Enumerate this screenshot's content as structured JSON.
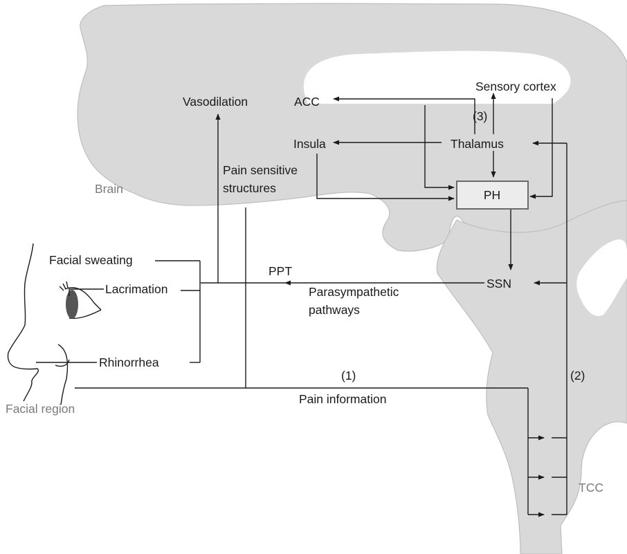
{
  "labels": {
    "brain": "Brain",
    "facial_region": "Facial region",
    "tcc": "TCC",
    "vasodilation": "Vasodilation",
    "acc": "ACC",
    "sensory_cortex": "Sensory cortex",
    "step3": "(3)",
    "insula": "Insula",
    "thalamus": "Thalamus",
    "pain_sensitive_line1": "Pain sensitive",
    "pain_sensitive_line2": "structures",
    "ph": "PH",
    "ppt": "PPT",
    "ssn": "SSN",
    "parasympathetic_line1": "Parasympathetic",
    "parasympathetic_line2": "pathways",
    "facial_sweating": "Facial sweating",
    "lacrimation": "Lacrimation",
    "rhinorrhea": "Rhinorrhea",
    "step1": "(1)",
    "pain_information": "Pain information",
    "step2": "(2)"
  },
  "colors": {
    "brain_fill": "#d9d9d9",
    "brain_outline": "#bdbdbd",
    "lines": "#1a1a1a",
    "region_labels": "#7a7a7a",
    "ph_box_fill": "#ececec",
    "eye_iris": "#555555"
  }
}
